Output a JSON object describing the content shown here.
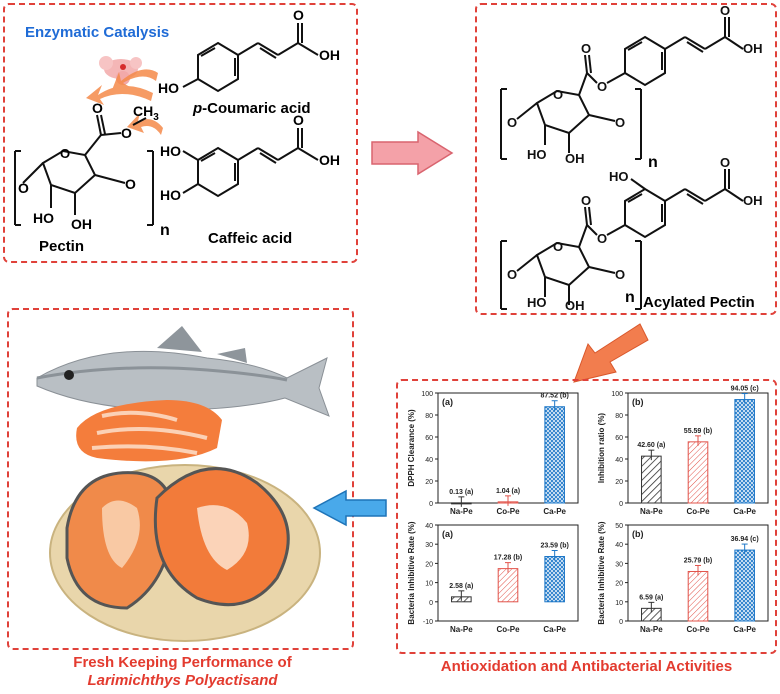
{
  "panel_tl": {
    "title": "Enzymatic Catalysis",
    "coumaric_prefix": "p",
    "coumaric_rest": "-Coumaric acid",
    "caffeic": "Caffeic acid",
    "pectin": "Pectin",
    "ch3": "CH",
    "ch3_sub": "3",
    "n": "n",
    "o": "O",
    "oh": "OH",
    "ho": "HO"
  },
  "panel_tr": {
    "title": "Acylated Pectin",
    "n": "n"
  },
  "panel_bl": {
    "caption_line1": "Fresh Keeping Performance of",
    "caption_line2": "Larimichthys Polyactisand"
  },
  "panel_br": {
    "caption": "Antioxidation and Antibacterial Activities"
  },
  "colors": {
    "dashed_border": "#e0413a",
    "title_blue": "#1f6bd6",
    "caption_red": "#e33b2f",
    "bar_black": "#333333",
    "bar_red": "#e2534a",
    "bar_blue": "#1e78c8",
    "arrow_pink": "#f0a0a8",
    "arrow_orange": "#f07b4a",
    "arrow_blue": "#3a9ee8"
  },
  "chart_data": [
    {
      "type": "bar",
      "panel_label": "(a)",
      "ylabel": "DPPH Clearance (%)",
      "categories": [
        "Na-Pe",
        "Co-Pe",
        "Ca-Pe"
      ],
      "values": [
        0.13,
        1.04,
        87.52
      ],
      "data_labels": [
        "0.13 (a)",
        "1.04 (a)",
        "87.52 (b)"
      ],
      "ylim": [
        0,
        100
      ],
      "yticks": [
        "0",
        "20",
        "40",
        "60",
        "80",
        "100"
      ]
    },
    {
      "type": "bar",
      "panel_label": "(b)",
      "ylabel": "Inhibition ratio (%)",
      "categories": [
        "Na-Pe",
        "Co-Pe",
        "Ca-Pe"
      ],
      "values": [
        42.6,
        55.59,
        94.05
      ],
      "data_labels": [
        "42.60 (a)",
        "55.59 (b)",
        "94.05 (c)"
      ],
      "ylim": [
        0,
        100
      ],
      "yticks": [
        "0",
        "20",
        "40",
        "60",
        "80",
        "100"
      ]
    },
    {
      "type": "bar",
      "panel_label": "(a)",
      "ylabel": "Bacteria Inhibitive Rate (%)",
      "categories": [
        "Na-Pe",
        "Co-Pe",
        "Ca-Pe"
      ],
      "values": [
        2.58,
        17.28,
        23.59
      ],
      "data_labels": [
        "2.58 (a)",
        "17.28 (b)",
        "23.59 (b)"
      ],
      "ylim": [
        -10,
        40
      ],
      "yticks": [
        "-10",
        "0",
        "10",
        "20",
        "30",
        "40"
      ]
    },
    {
      "type": "bar",
      "panel_label": "(b)",
      "ylabel": "Bacteria Inhibitive Rate (%)",
      "categories": [
        "Na-Pe",
        "Co-Pe",
        "Ca-Pe"
      ],
      "values": [
        6.59,
        25.79,
        36.94
      ],
      "data_labels": [
        "6.59 (a)",
        "25.79 (b)",
        "36.94 (c)"
      ],
      "ylim": [
        0,
        50
      ],
      "yticks": [
        "0",
        "10",
        "20",
        "30",
        "40",
        "50"
      ]
    }
  ]
}
